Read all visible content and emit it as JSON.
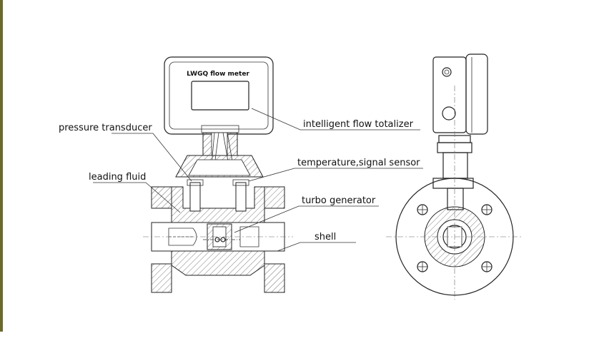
{
  "labels": {
    "meter_title": "LWGQ flow meter",
    "pressure_transducer": "pressure transducer",
    "leading_fluid": "leading fluid",
    "intelligent_flow_totalizer": "intelligent flow totalizer",
    "temperature_signal_sensor": "temperature,signal sensor",
    "turbo_generator": "turbo generator",
    "shell": "shell"
  }
}
